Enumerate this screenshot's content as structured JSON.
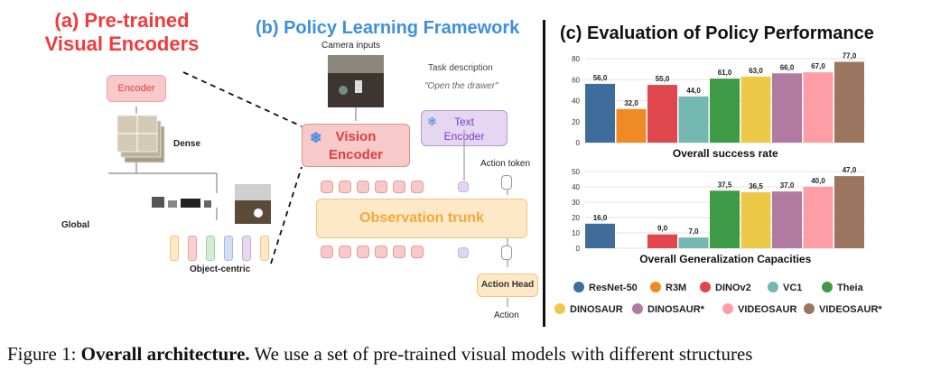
{
  "panel_a": {
    "title_line1": "(a) Pre-trained",
    "title_line2": "Visual Encoders",
    "encoder_label": "Encoder",
    "dense_label": "Dense",
    "global_label": "Global",
    "object_centric_label": "Object-centric"
  },
  "panel_b": {
    "title": "(b) Policy Learning Framework",
    "camera_label": "Camera inputs",
    "task_label": "Task description",
    "task_text": "\"Open the drawer\"",
    "vision_encoder_line1": "Vision",
    "vision_encoder_line2": "Encoder",
    "text_encoder_line1": "Text",
    "text_encoder_line2": "Encoder",
    "action_token_label": "Action token",
    "trunk_label": "Observation trunk",
    "action_head_label": "Action Head",
    "action_label": "Action",
    "snowflake_icon": "❄"
  },
  "panel_c": {
    "title": "(c) Evaluation of Policy Performance",
    "legend": [
      {
        "name": "ResNet-50",
        "color": "#3e6d9c"
      },
      {
        "name": "R3M",
        "color": "#f08a24"
      },
      {
        "name": "DINOv2",
        "color": "#e0474c"
      },
      {
        "name": "VC1",
        "color": "#75b7b1"
      },
      {
        "name": "Theia",
        "color": "#3f9a45"
      },
      {
        "name": "DINOSAUR",
        "color": "#edc948"
      },
      {
        "name": "DINOSAUR*",
        "color": "#b07aa1"
      },
      {
        "name": "VIDEOSAUR",
        "color": "#ff9da7"
      },
      {
        "name": "VIDEOSAUR*",
        "color": "#9c755f"
      }
    ]
  },
  "chart_data": [
    {
      "type": "bar",
      "title": "",
      "xlabel": "Overall success rate",
      "ylabel": "",
      "ylim": [
        0,
        80
      ],
      "yticks": [
        0,
        20,
        40,
        60,
        80
      ],
      "categories": [
        "ResNet-50",
        "R3M",
        "DINOv2",
        "VC1",
        "Theia",
        "DINOSAUR",
        "DINOSAUR*",
        "VIDEOSAUR",
        "VIDEOSAUR*"
      ],
      "values": [
        56.0,
        32.0,
        55.0,
        44.0,
        61.0,
        63.0,
        66.0,
        67.0,
        77.0
      ],
      "value_labels": [
        "56,0",
        "32,0",
        "55,0",
        "44,0",
        "61,0",
        "63,0",
        "66,0",
        "67,0",
        "77,0"
      ],
      "grid": true
    },
    {
      "type": "bar",
      "title": "",
      "xlabel": "Overall Generalization Capacities",
      "ylabel": "",
      "ylim": [
        0,
        50
      ],
      "yticks": [
        0,
        10,
        20,
        30,
        40,
        50
      ],
      "categories": [
        "ResNet-50",
        "R3M",
        "DINOv2",
        "VC1",
        "Theia",
        "DINOSAUR",
        "DINOSAUR*",
        "VIDEOSAUR",
        "VIDEOSAUR*"
      ],
      "values": [
        16.0,
        0,
        9.0,
        7.0,
        37.5,
        36.5,
        37.0,
        40.0,
        47.0
      ],
      "value_labels": [
        "16,0",
        "",
        "9,0",
        "7,0",
        "37,5",
        "36,5",
        "37,0",
        "40,0",
        "47,0"
      ],
      "grid": true
    }
  ],
  "caption": {
    "prefix": "Figure 1: ",
    "bold": "Overall architecture.",
    "rest": " We use a set of pre-trained visual models with different structures"
  }
}
